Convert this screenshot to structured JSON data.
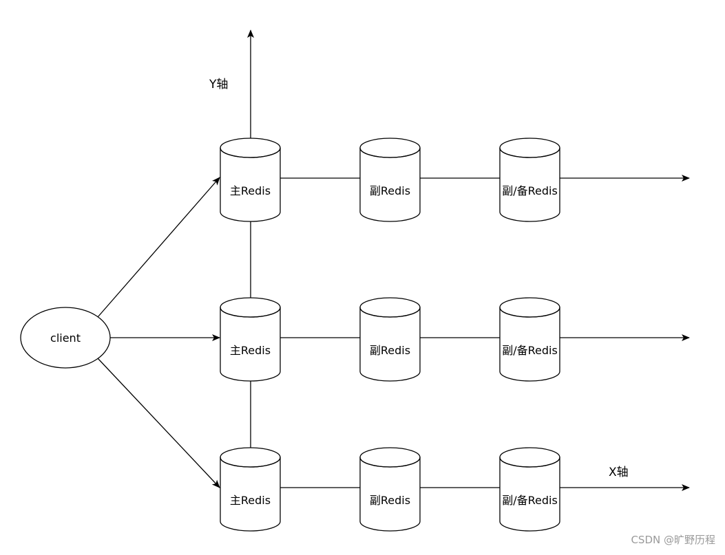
{
  "diagram": {
    "client": {
      "label": "client"
    },
    "rows": [
      {
        "master": "主Redis",
        "replica": "副Redis",
        "backup": "副/备Redis"
      },
      {
        "master": "主Redis",
        "replica": "副Redis",
        "backup": "副/备Redis"
      },
      {
        "master": "主Redis",
        "replica": "副Redis",
        "backup": "副/备Redis"
      }
    ],
    "axes": {
      "y_label": "Y轴",
      "x_label": "X轴"
    }
  },
  "watermark": "CSDN @旷野历程",
  "colors": {
    "stroke": "#000000",
    "fill": "#ffffff",
    "watermark": "#9a9a9a"
  }
}
